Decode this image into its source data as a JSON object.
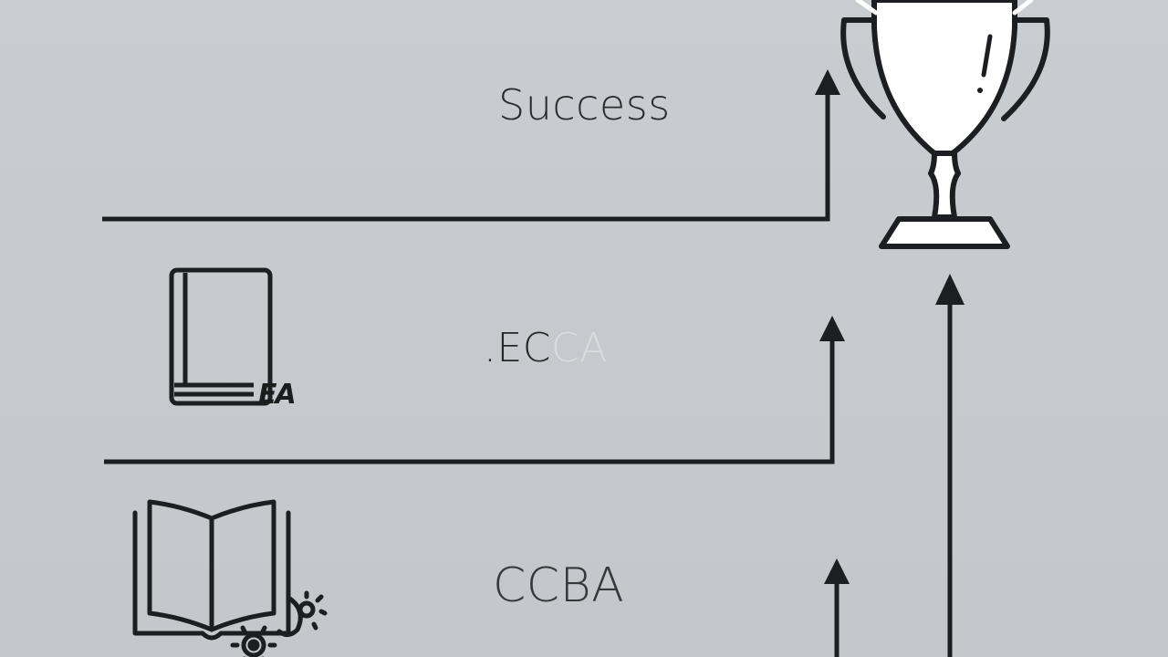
{
  "diagram": {
    "stages": [
      {
        "id": "success",
        "label": "Success"
      },
      {
        "id": "ecca",
        "label_main": ".EC",
        "label_faded": "CA"
      },
      {
        "id": "ccba",
        "label": "CCBA"
      }
    ],
    "book_tag": "EA",
    "icons": [
      "trophy-icon",
      "book-icon",
      "open-book-gears-icon"
    ],
    "colors": {
      "background": "#c8cbd0",
      "ink": "#1d1e21",
      "trophy_fill": "#ffffff"
    }
  }
}
